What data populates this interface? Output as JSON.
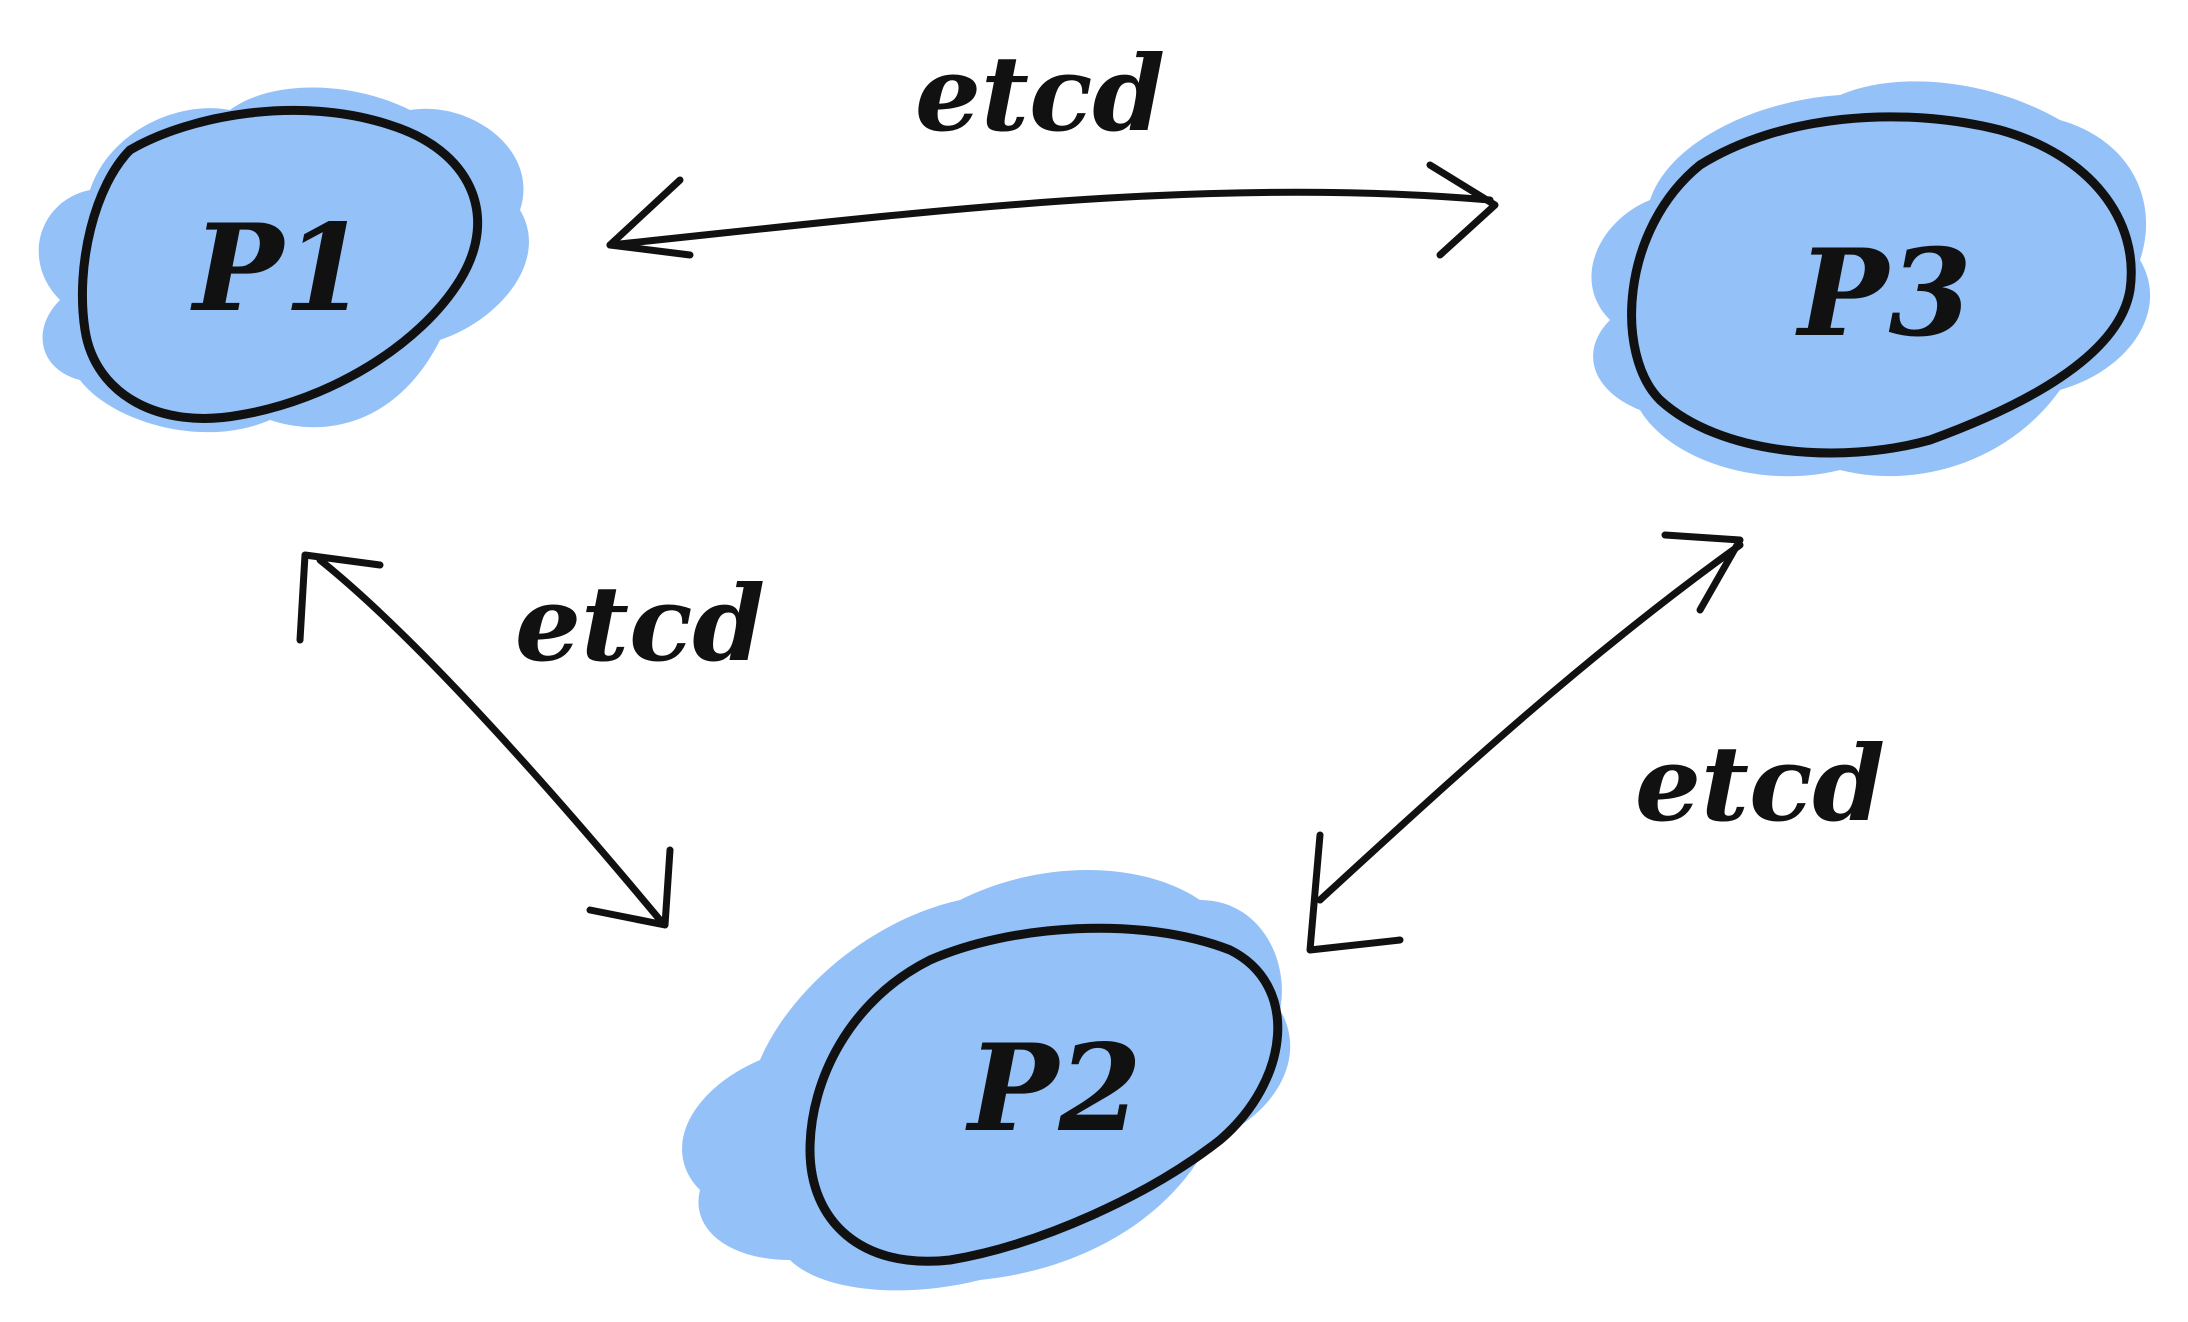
{
  "colors": {
    "node_fill": "#93c1f8",
    "ink": "#111111",
    "background": "#ffffff"
  },
  "nodes": {
    "p1": {
      "label": "P1"
    },
    "p2": {
      "label": "P2"
    },
    "p3": {
      "label": "P3"
    }
  },
  "edges": {
    "p1_p3": {
      "label": "etcd",
      "arrows": "both"
    },
    "p1_p2": {
      "label": "etcd",
      "arrows": "both"
    },
    "p3_p2": {
      "label": "etcd",
      "arrows": "both"
    }
  }
}
